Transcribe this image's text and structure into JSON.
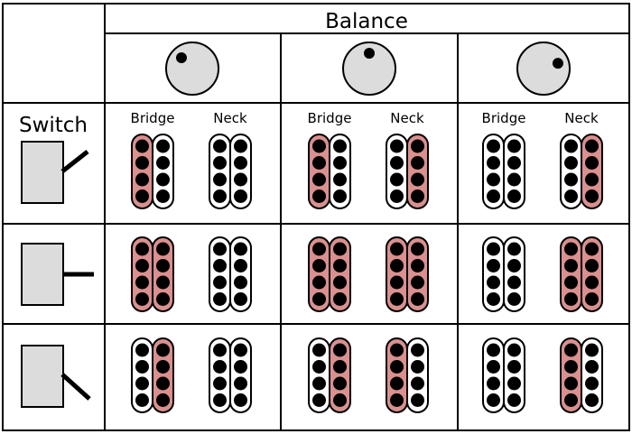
{
  "header": {
    "title": "Balance"
  },
  "row_label": "Switch",
  "pickup_labels": {
    "bridge": "Bridge",
    "neck": "Neck"
  },
  "colors": {
    "active": "#d9908f",
    "inactive": "#ffffff",
    "knob": "#dcdcdc",
    "switch": "#dcdcdc",
    "line": "#000000"
  },
  "balance_knobs": [
    {
      "position": "left",
      "dot_angle_deg": -135
    },
    {
      "position": "center",
      "dot_angle_deg": -90
    },
    {
      "position": "right",
      "dot_angle_deg": -20
    }
  ],
  "switch_positions": [
    {
      "lever": "up"
    },
    {
      "lever": "middle"
    },
    {
      "lever": "down"
    }
  ],
  "grid": [
    [
      {
        "bridge": [
          true,
          false
        ],
        "neck": [
          false,
          false
        ]
      },
      {
        "bridge": [
          true,
          false
        ],
        "neck": [
          false,
          true
        ]
      },
      {
        "bridge": [
          false,
          false
        ],
        "neck": [
          false,
          true
        ]
      }
    ],
    [
      {
        "bridge": [
          true,
          true
        ],
        "neck": [
          false,
          false
        ]
      },
      {
        "bridge": [
          true,
          true
        ],
        "neck": [
          true,
          true
        ]
      },
      {
        "bridge": [
          false,
          false
        ],
        "neck": [
          true,
          true
        ]
      }
    ],
    [
      {
        "bridge": [
          false,
          true
        ],
        "neck": [
          false,
          false
        ]
      },
      {
        "bridge": [
          false,
          true
        ],
        "neck": [
          true,
          false
        ]
      },
      {
        "bridge": [
          false,
          false
        ],
        "neck": [
          true,
          false
        ]
      }
    ]
  ]
}
